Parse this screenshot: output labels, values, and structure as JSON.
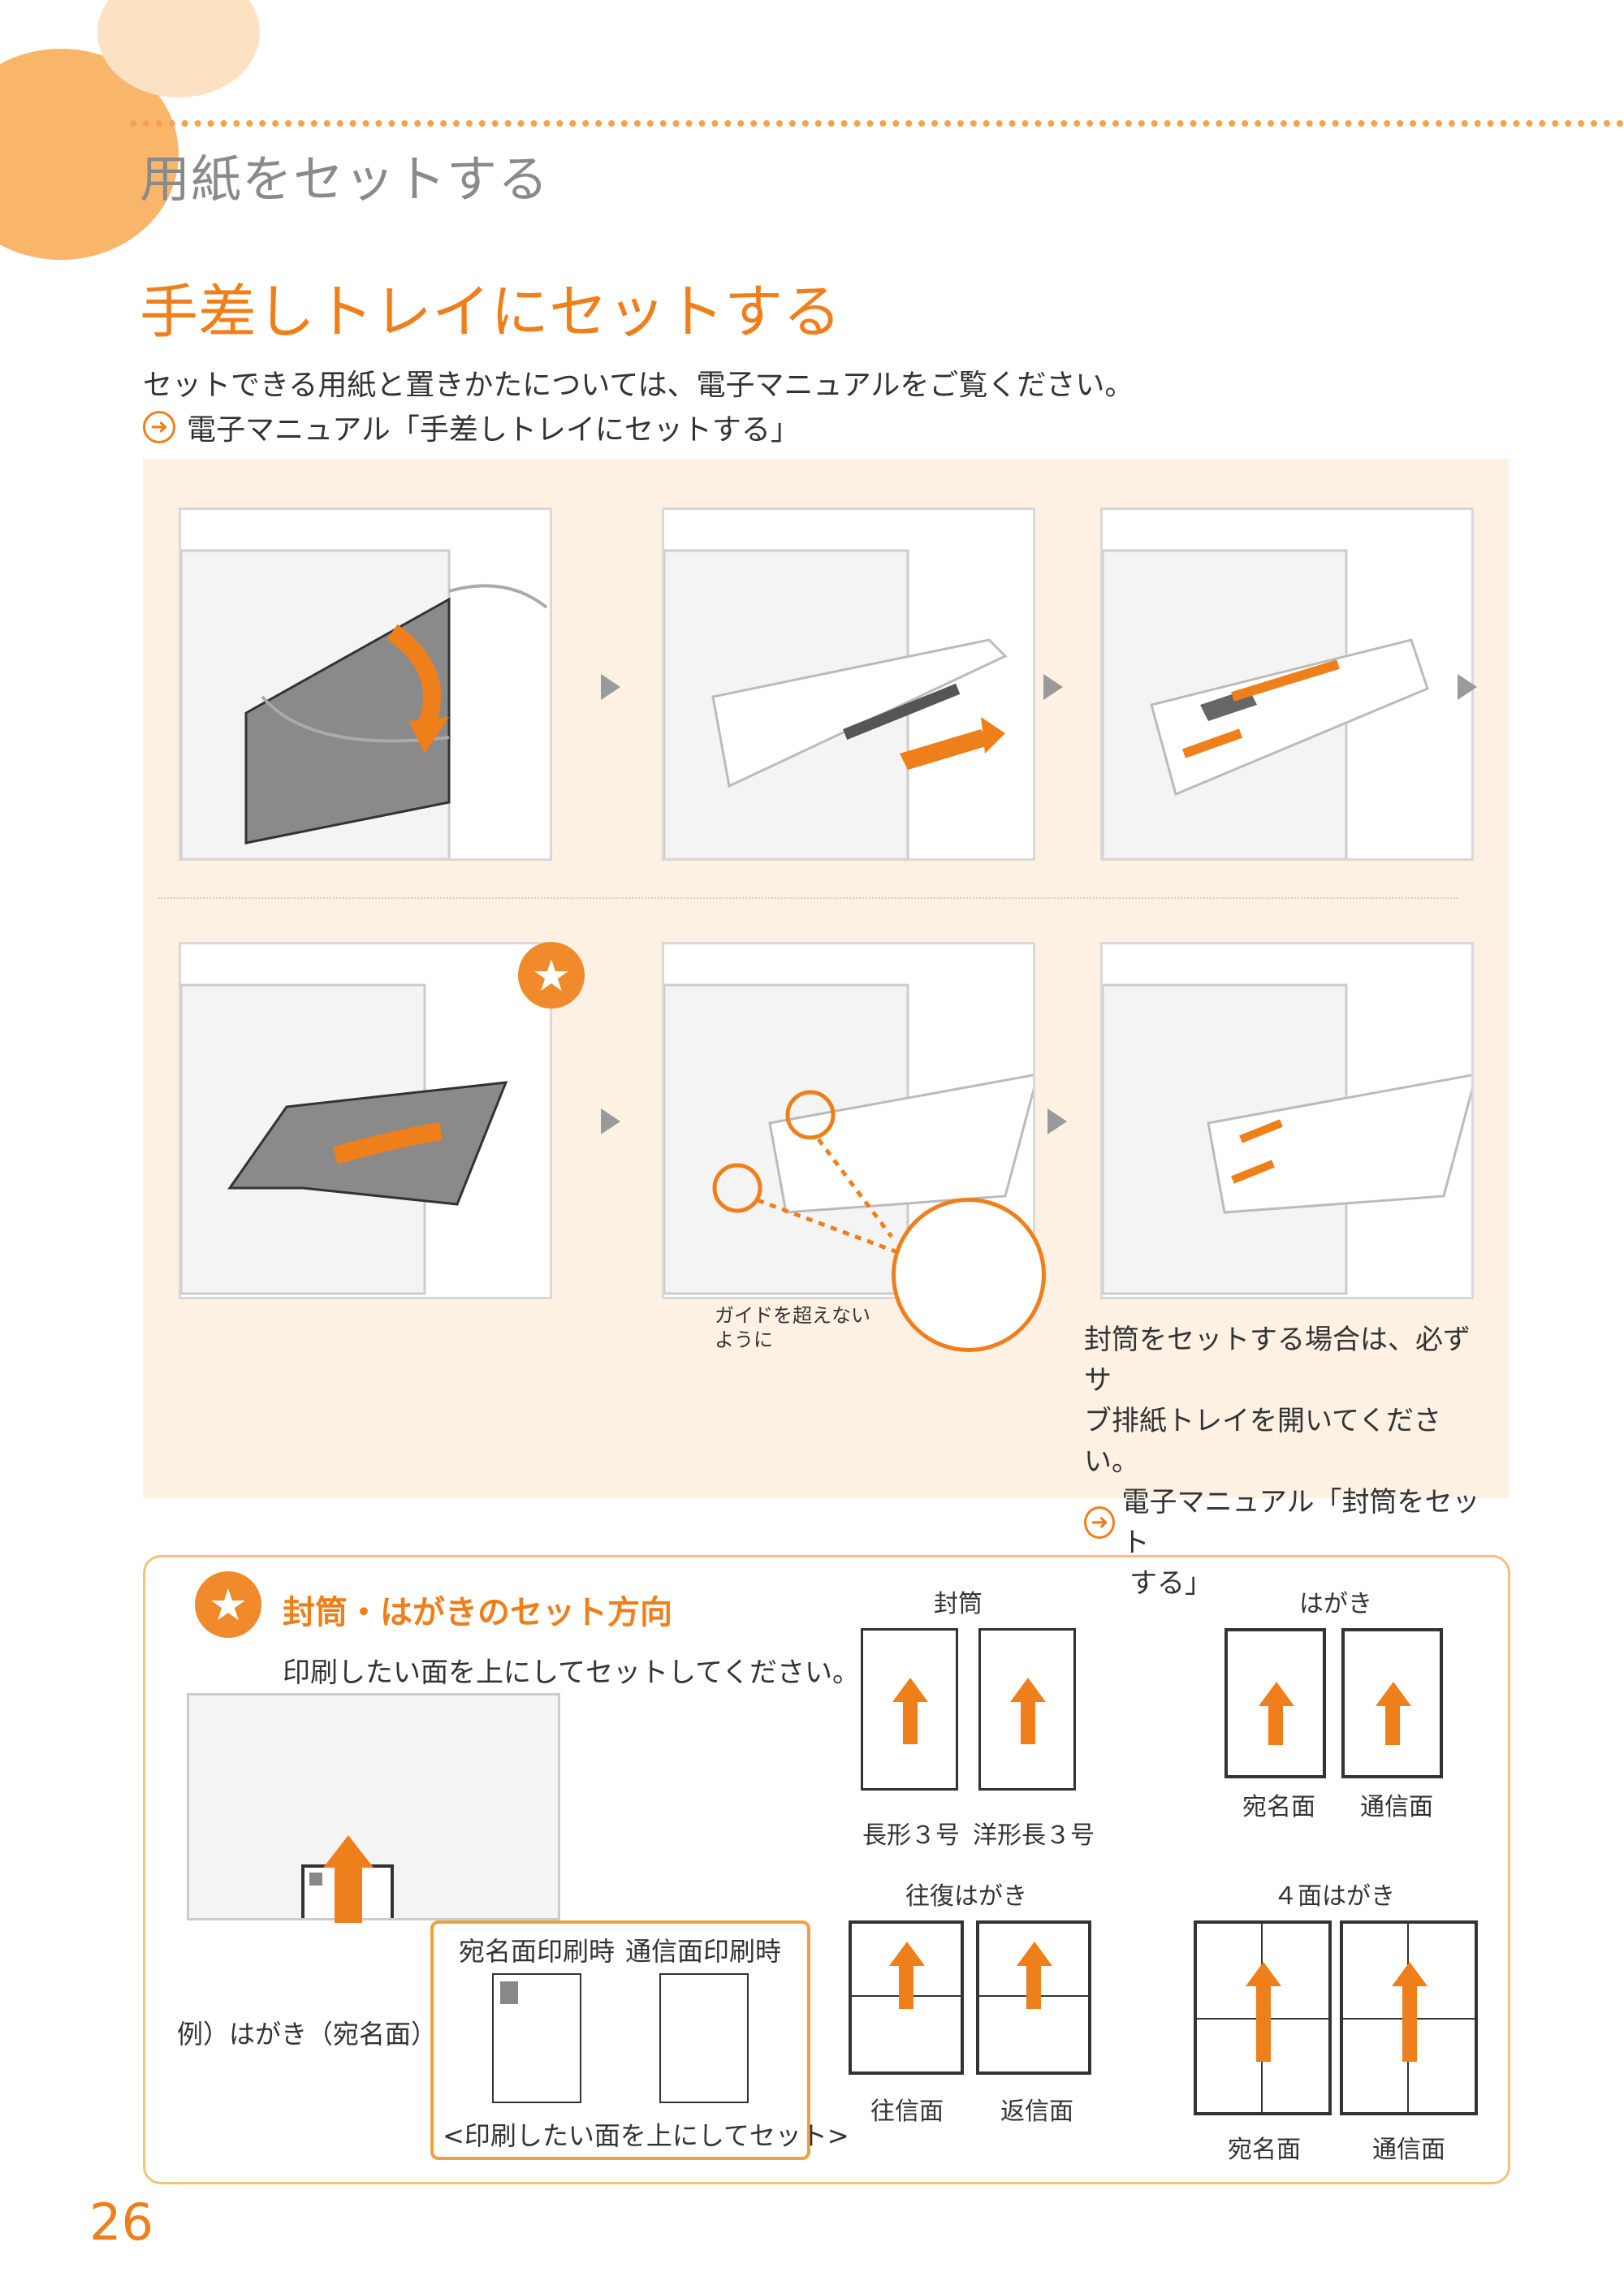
{
  "header": {
    "section_title": "用紙をセットする"
  },
  "heading": "手差しトレイにセットする",
  "intro": "セットできる用紙と置きかたについては、電子マニュアルをご覧ください。",
  "ref_link": "電子マニュアル「手差しトレイにセットする」",
  "steps": {
    "guide_note_line1": "ガイドを超えない",
    "guide_note_line2": "ように",
    "envelope_note_line1": "封筒をセットする場合は、必ずサ",
    "envelope_note_line2": "ブ排紙トレイを開いてください。",
    "envelope_ref_line1": "電子マニュアル「封筒をセット",
    "envelope_ref_line2": "する」"
  },
  "orientation": {
    "title": "封筒・はがきのセット方向",
    "instruction": "印刷したい面を上にしてセットしてください。",
    "example": "例）はがき（宛名面）",
    "address_print": "宛名面印刷時",
    "message_print": "通信面印刷時",
    "set_face_up": "<印刷したい面を上にしてセット>",
    "envelope": "封筒",
    "envelope_type1": "長形３号",
    "envelope_type2": "洋形長３号",
    "postcard": "はがき",
    "postcard_address": "宛名面",
    "postcard_message": "通信面",
    "return_postcard": "往復はがき",
    "return_outgoing": "往信面",
    "return_reply": "返信面",
    "fourpanel_postcard": "４面はがき",
    "fourpanel_address": "宛名面",
    "fourpanel_message": "通信面"
  },
  "page_number": "26",
  "colors": {
    "accent": "#ef7f1a",
    "panel_bg": "#fdf1e4"
  }
}
